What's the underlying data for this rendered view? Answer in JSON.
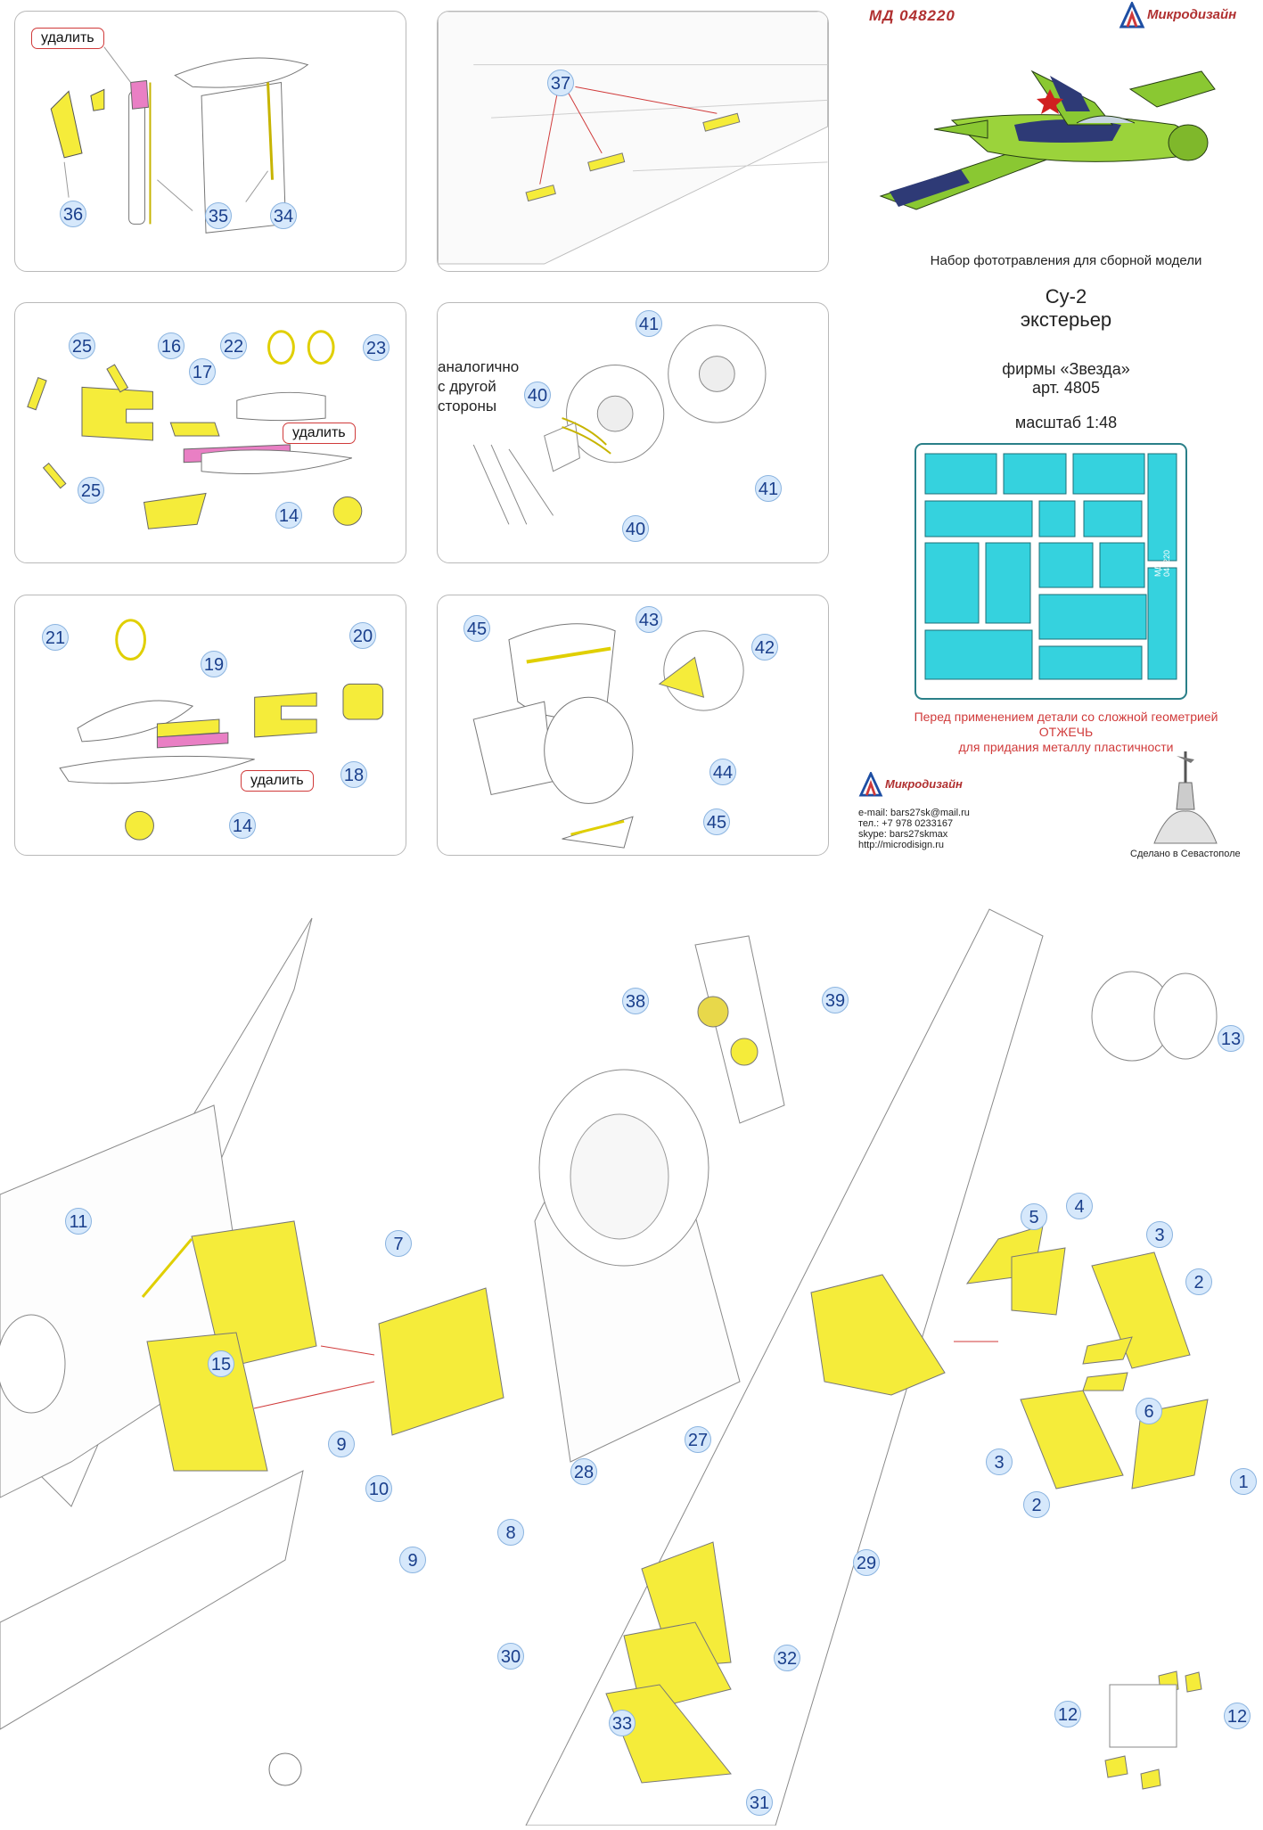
{
  "header": {
    "code": "МД 048220",
    "brand": "Микродизайн"
  },
  "info": {
    "intro": "Набор фототравления для сборной модели",
    "model": "Су-2",
    "variant": "экстерьер",
    "maker": "фирмы «Звезда»",
    "article": "арт. 4805",
    "scale": "масштаб 1:48",
    "fret_caption": "Су-2 экстерьер",
    "fret_code": "МД 048220",
    "warning_1": "Перед применением детали со сложной геометрией",
    "warning_2": "ОТЖЕЧЬ",
    "warning_3": "для придания металлу пластичности"
  },
  "contacts": {
    "brand": "Микродизайн",
    "email": "e-mail: bars27sk@mail.ru",
    "phone": "тел.: +7 978 0233167",
    "skype": "skype: bars27skmax",
    "site": "http://microdisign.ru",
    "made_in": "Сделано в Севастополе"
  },
  "panels": {
    "p1": {
      "remove": "удалить",
      "n1": "36",
      "n2": "35",
      "n3": "34"
    },
    "p2": {
      "n1": "37"
    },
    "p3": {
      "remove": "удалить",
      "n1": "25",
      "n2": "16",
      "n3": "17",
      "n4": "22",
      "n5": "23",
      "n6": "25",
      "n7": "14"
    },
    "p4": {
      "note_1": "аналогично",
      "note_2": "с другой",
      "note_3": "стороны",
      "n1": "41",
      "n2": "40",
      "n3": "40",
      "n4": "41"
    },
    "p5": {
      "remove": "удалить",
      "n1": "21",
      "n2": "19",
      "n3": "20",
      "n4": "18",
      "n5": "14"
    },
    "p6": {
      "n1": "45",
      "n2": "43",
      "n3": "42",
      "n4": "44",
      "n5": "45"
    }
  },
  "bottom": {
    "labels": [
      "11",
      "15",
      "7",
      "9",
      "10",
      "9",
      "8",
      "38",
      "39",
      "13",
      "5",
      "4",
      "3",
      "2",
      "6",
      "3",
      "2",
      "1",
      "27",
      "28",
      "29",
      "30",
      "32",
      "33",
      "31",
      "12",
      "12"
    ]
  },
  "colors": {
    "photoetch": "#f5ec3a",
    "remove_part": "#e97fc4",
    "fret": "#35d2de",
    "callout_fill": "#d6e8fb",
    "callout_text": "#1a3f8c",
    "warning": "#d03a3a",
    "line": "#9a9a9a"
  }
}
